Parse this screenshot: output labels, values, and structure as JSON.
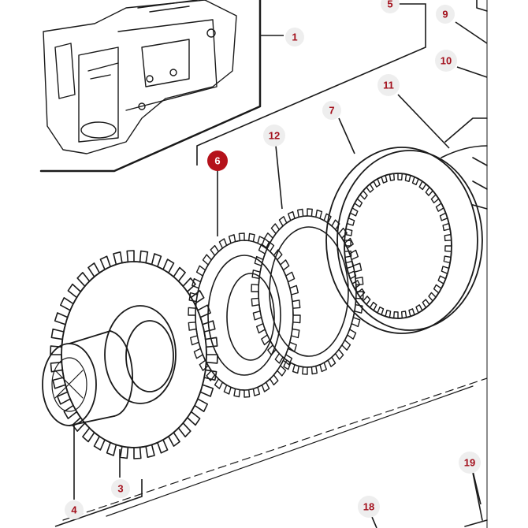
{
  "diagram": {
    "callouts": [
      {
        "id": "1",
        "label": "1",
        "highlighted": false
      },
      {
        "id": "3",
        "label": "3",
        "highlighted": false
      },
      {
        "id": "4",
        "label": "4",
        "highlighted": false
      },
      {
        "id": "5",
        "label": "5",
        "highlighted": false
      },
      {
        "id": "6",
        "label": "6",
        "highlighted": true
      },
      {
        "id": "7",
        "label": "7",
        "highlighted": false
      },
      {
        "id": "9",
        "label": "9",
        "highlighted": false
      },
      {
        "id": "10",
        "label": "10",
        "highlighted": false
      },
      {
        "id": "11",
        "label": "11",
        "highlighted": false
      },
      {
        "id": "12",
        "label": "12",
        "highlighted": false
      },
      {
        "id": "18",
        "label": "18",
        "highlighted": false
      },
      {
        "id": "19",
        "label": "19",
        "highlighted": false
      }
    ],
    "colors": {
      "callout_text": "#a3101c",
      "callout_background": "#eeeeee",
      "highlight_background": "#b5121b",
      "highlight_text": "#ffffff",
      "line_art": "#1a1a1a"
    }
  }
}
